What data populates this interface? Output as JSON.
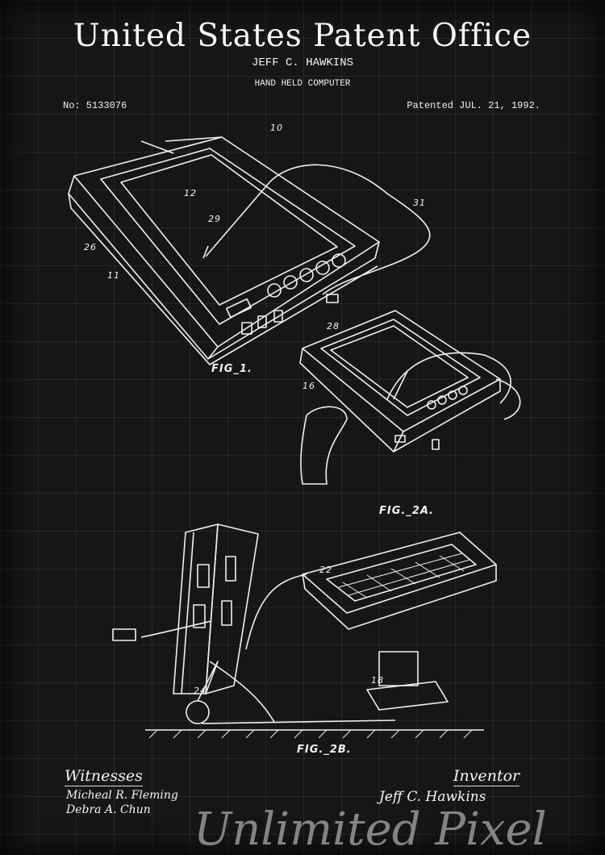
{
  "header": {
    "title": "United States Patent Office",
    "inventor": "JEFF C. HAWKINS",
    "subtitle": "HAND HELD COMPUTER",
    "patent_number": "No: 5133076",
    "patent_date": "Patented JUL. 21, 1992."
  },
  "figures": {
    "fig1": "FIG_1.",
    "fig2a": "FIG._2A.",
    "fig2b": "FIG._2B.",
    "refs": {
      "r10": "10",
      "r12": "12",
      "r29": "29",
      "r31": "31",
      "r26": "26",
      "r11": "11",
      "r28": "28",
      "r16": "16",
      "r22": "22",
      "r18": "18",
      "r24": "24"
    }
  },
  "footer": {
    "witnesses_heading": "Witnesses",
    "witness_1": "Micheal R. Fleming",
    "witness_2": "Debra A. Chun",
    "inventor_heading": "Inventor",
    "inventor_signature": "Jeff C. Hawkins",
    "watermark": "Unlimited Pixel"
  }
}
